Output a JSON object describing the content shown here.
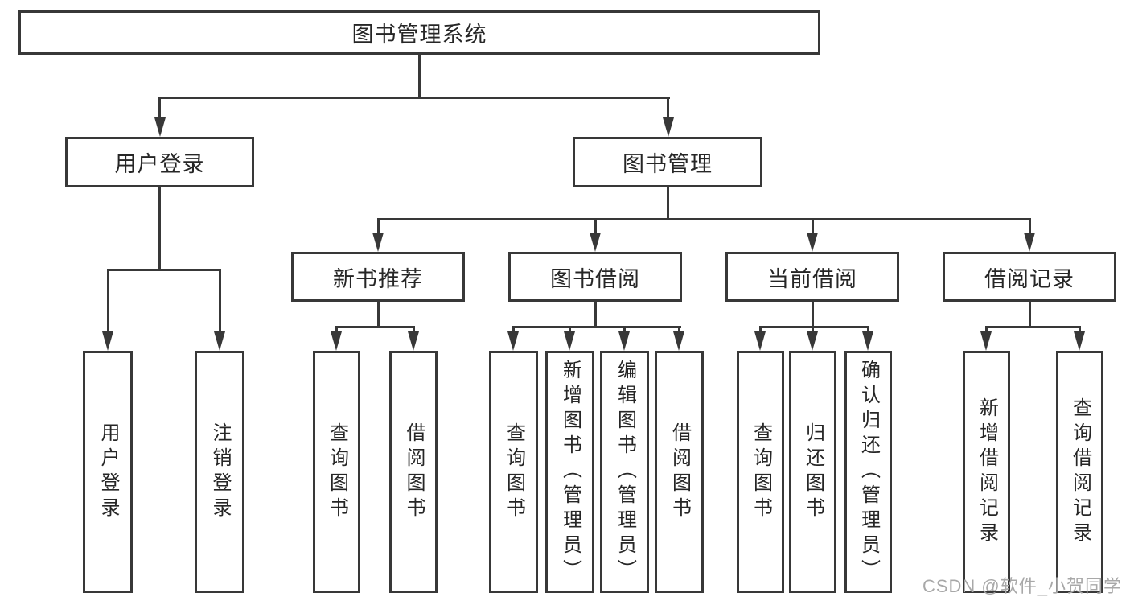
{
  "diagram": {
    "title": "图书管理系统",
    "branches": {
      "user_login": {
        "label": "用户登录",
        "children": {
          "login": "用户登录",
          "logout": "注销登录"
        }
      },
      "book_mgmt": {
        "label": "图书管理",
        "sections": {
          "new_book": {
            "label": "新书推荐",
            "children": {
              "query": "查询图书",
              "borrow": "借阅图书"
            }
          },
          "borrow": {
            "label": "图书借阅",
            "children": {
              "query": "查询图书",
              "add": "新增图书（管理员）",
              "edit": "编辑图书（管理员）",
              "borrow": "借阅图书"
            }
          },
          "current": {
            "label": "当前借阅",
            "children": {
              "query": "查询图书",
              "return": "归还图书",
              "confirm": "确认归还（管理员）"
            }
          },
          "records": {
            "label": "借阅记录",
            "children": {
              "add": "新增借阅记录",
              "query": "查询借阅记录"
            }
          }
        }
      }
    }
  },
  "watermark": {
    "text": "CSDN @软件_小贺同学"
  },
  "colors": {
    "line": "#383838",
    "text": "#262626",
    "watermark": "#a8a8a8",
    "background": "#ffffff"
  }
}
